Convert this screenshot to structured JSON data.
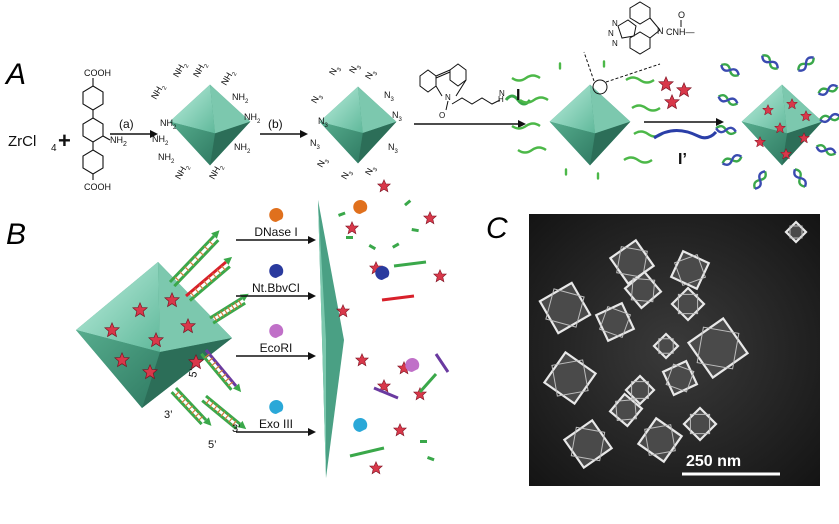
{
  "panels": {
    "a": "A",
    "b": "B",
    "c": "C"
  },
  "scheme": {
    "reactant": "ZrCl",
    "reactant_sub": "4",
    "plus": "+",
    "linker_acid_top": "COOH",
    "linker_acid_bottom": "COOH",
    "linker_amine": "NH",
    "linker_amine_sub": "2",
    "step_a": "(a)",
    "step_b": "(b)",
    "amine_group": "NH",
    "amine_sub": "2",
    "azide_group": "N",
    "azide_sub": "3",
    "strand_1": "I",
    "strand_2": "I’",
    "inset_amide": "CNH—",
    "inset_o": "O",
    "inset_n": "N",
    "triazole_n1": "N",
    "triazole_n2": "N",
    "triazole_n3": "N",
    "dbco_o": "O",
    "dbco_n": "N",
    "dbco_h": "H",
    "dbco_nh": "N"
  },
  "enzymes": [
    {
      "label": "DNase I",
      "color": "#e0701d"
    },
    {
      "label": "Nt.BbvCI",
      "color": "#2a3a9e"
    },
    {
      "label": "EcoRI",
      "color": "#c070c8"
    },
    {
      "label": "Exo III",
      "color": "#2aa8d8"
    }
  ],
  "strand_ends": {
    "five_prime_1": "5’",
    "three_prime_1": "3’",
    "three_prime_2": "3’",
    "five_prime_2": "5’"
  },
  "sem": {
    "scale_bar": "250 nm"
  },
  "colors": {
    "mof": "#5fb89a",
    "mof_dark": "#2f7a62",
    "dna_green": "#3aa84a",
    "dna_blue": "#3a4bb0",
    "star": "#d8384a",
    "red_strand": "#d8202a",
    "purple_strand": "#6a3aa0"
  }
}
